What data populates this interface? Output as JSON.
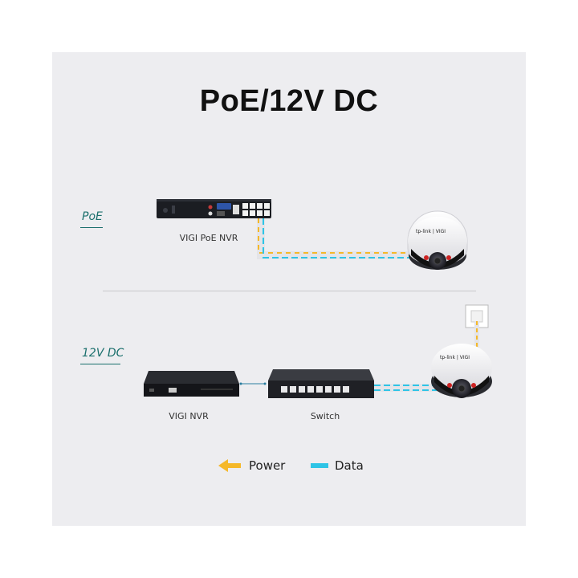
{
  "title": "PoE/12V DC",
  "sections": [
    {
      "label": "PoE",
      "devices": [
        {
          "label": "VIGI PoE NVR"
        }
      ]
    },
    {
      "label": "12V DC",
      "devices": [
        {
          "label": "VIGI NVR"
        },
        {
          "label": "Switch"
        }
      ]
    }
  ],
  "camera_brand": "tp-link | VIGI",
  "legend": {
    "power": {
      "label": "Power",
      "color": "#f5b829"
    },
    "data": {
      "label": "Data",
      "color": "#2ec4e6"
    }
  }
}
